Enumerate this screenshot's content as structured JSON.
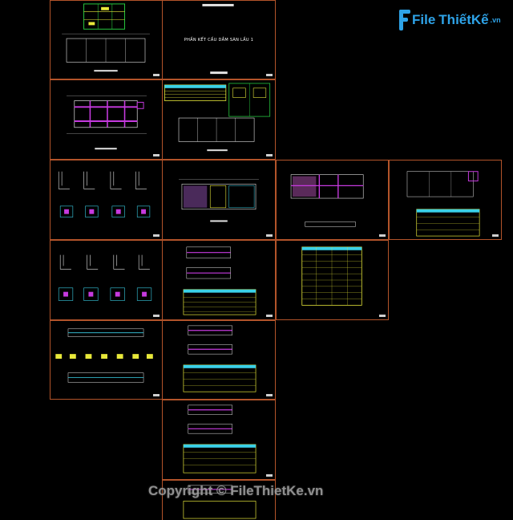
{
  "drawing": {
    "cover_title": "PHẦN KẾT CẤU DẦM SÀN LẦU 1",
    "sheet_count": 15,
    "colors": {
      "frame": "#b3542a",
      "line_white": "#e6e6e6",
      "line_green": "#27c93f",
      "line_yellow": "#e8e83a",
      "line_cyan": "#3ad1e8",
      "line_magenta": "#c63adf",
      "background": "#000000"
    }
  },
  "branding": {
    "logo_file": "File",
    "logo_thietke": "ThiếtKế",
    "logo_domain": ".vn",
    "watermark": "Copyright © FileThietKe.vn",
    "logo_icon": "filethietke-logo-icon"
  }
}
